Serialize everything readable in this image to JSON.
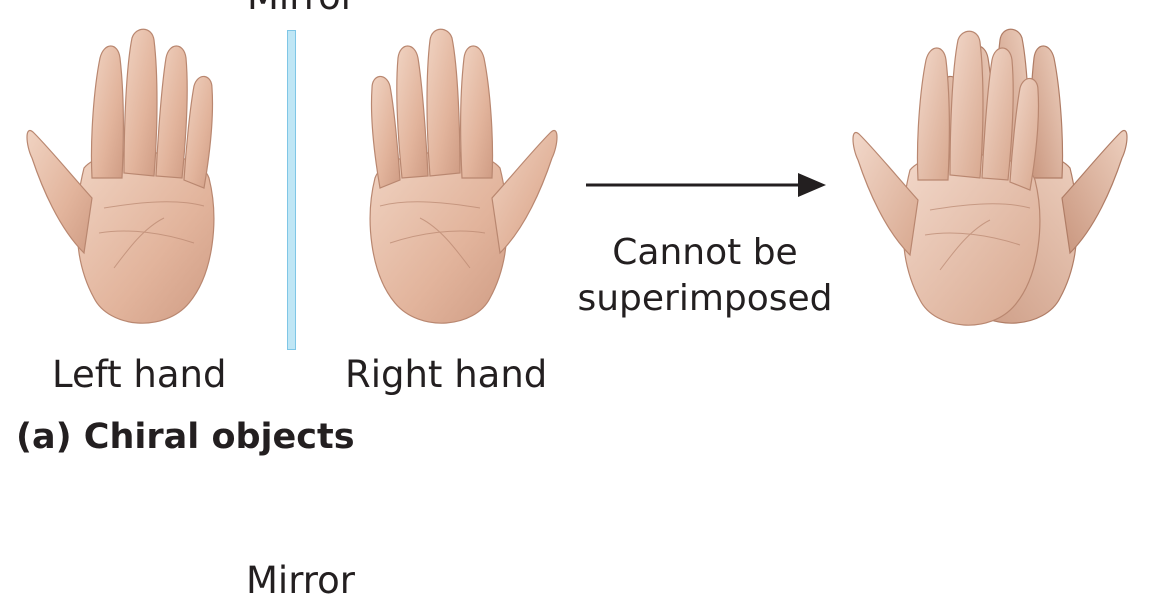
{
  "labels": {
    "mirror_top": "Mirror",
    "left_hand": "Left hand",
    "right_hand": "Right hand",
    "arrow_line1": "Cannot be",
    "arrow_line2": "superimposed",
    "caption": "(a) Chiral objects",
    "mirror_bottom": "Mirror"
  },
  "colors": {
    "skin": "#e6bfa9",
    "skin_shadow": "#c9967e",
    "skin_light": "#f3dccf",
    "mirror_fill": "#bfe6f5",
    "mirror_edge": "#7fc6e6",
    "text": "#231f20"
  },
  "icons": {
    "left_hand": "left-hand-icon",
    "right_hand": "right-hand-icon",
    "overlap": "overlapping-hands-icon",
    "arrow": "right-arrow-icon"
  }
}
